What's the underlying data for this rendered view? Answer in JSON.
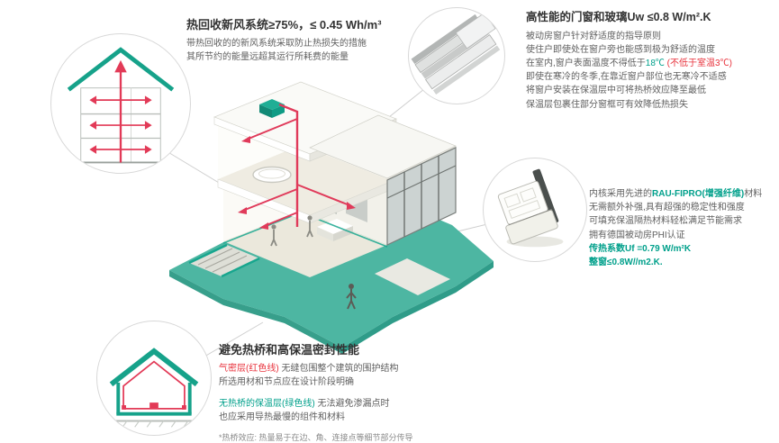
{
  "colors": {
    "accent_teal": "#00a08b",
    "accent_red": "#e23a57",
    "platform_green": "#4db6a2",
    "text_dark": "#333333",
    "text_gray": "#5f5f5f"
  },
  "ventilation": {
    "title": "热回收新风系统≥75%，≤ 0.45 Wh/m³",
    "line1": "带热回收的的新风系统采取防止热损失的措施",
    "line2": "其所节约的能量远超其运行所耗费的能量"
  },
  "windows": {
    "title": "高性能的门窗和玻璃Uw ≤0.8 W/m².K",
    "line1": "被动房窗户针对舒适度的指导原则",
    "line2": "使住户即使处在窗户旁也能感到极为舒适的温度",
    "line3_pre": "在室内,窗户表面温度不得低于",
    "line3_temp": "18℃",
    "line3_note": " (不低于室温3℃)",
    "line4": "即使在寒冷的冬季,在靠近窗户部位也无寒冷不适感",
    "line5": "将窗户安装在保温层中可将热桥效应降至最低",
    "line6": "保温层包裹住部分窗框可有效降低热损失"
  },
  "profile": {
    "line1_pre": "内核采用先进的",
    "line1_highlight": "RAU-FIPRO(增强纤维)",
    "line1_post": "材料",
    "line2": "无需额外补强,具有超强的稳定性和强度",
    "line3": "可填充保温隔热材料轻松满足节能需求",
    "line4": "拥有德国被动房PHI认证",
    "line5": "传热系数Uf =0.79 W/m²K",
    "line6": "整窗≤0.8W//m2.K."
  },
  "thermal": {
    "title": "避免热桥和高保温密封性能",
    "airtight_label": "气密层(红色线)",
    "airtight_text": " 无缝包围整个建筑的围护结构",
    "airtight_line2": "所选用材和节点应在设计阶段明确",
    "insulation_label": "无热桥的保温层(绿色线)",
    "insulation_text": " 无法避免渗漏点时",
    "insulation_line2": "也应采用导热最慢的组件和材料",
    "footnote": "*热桥效应: 热量易于在边、角、连接点等细节部分传导"
  }
}
